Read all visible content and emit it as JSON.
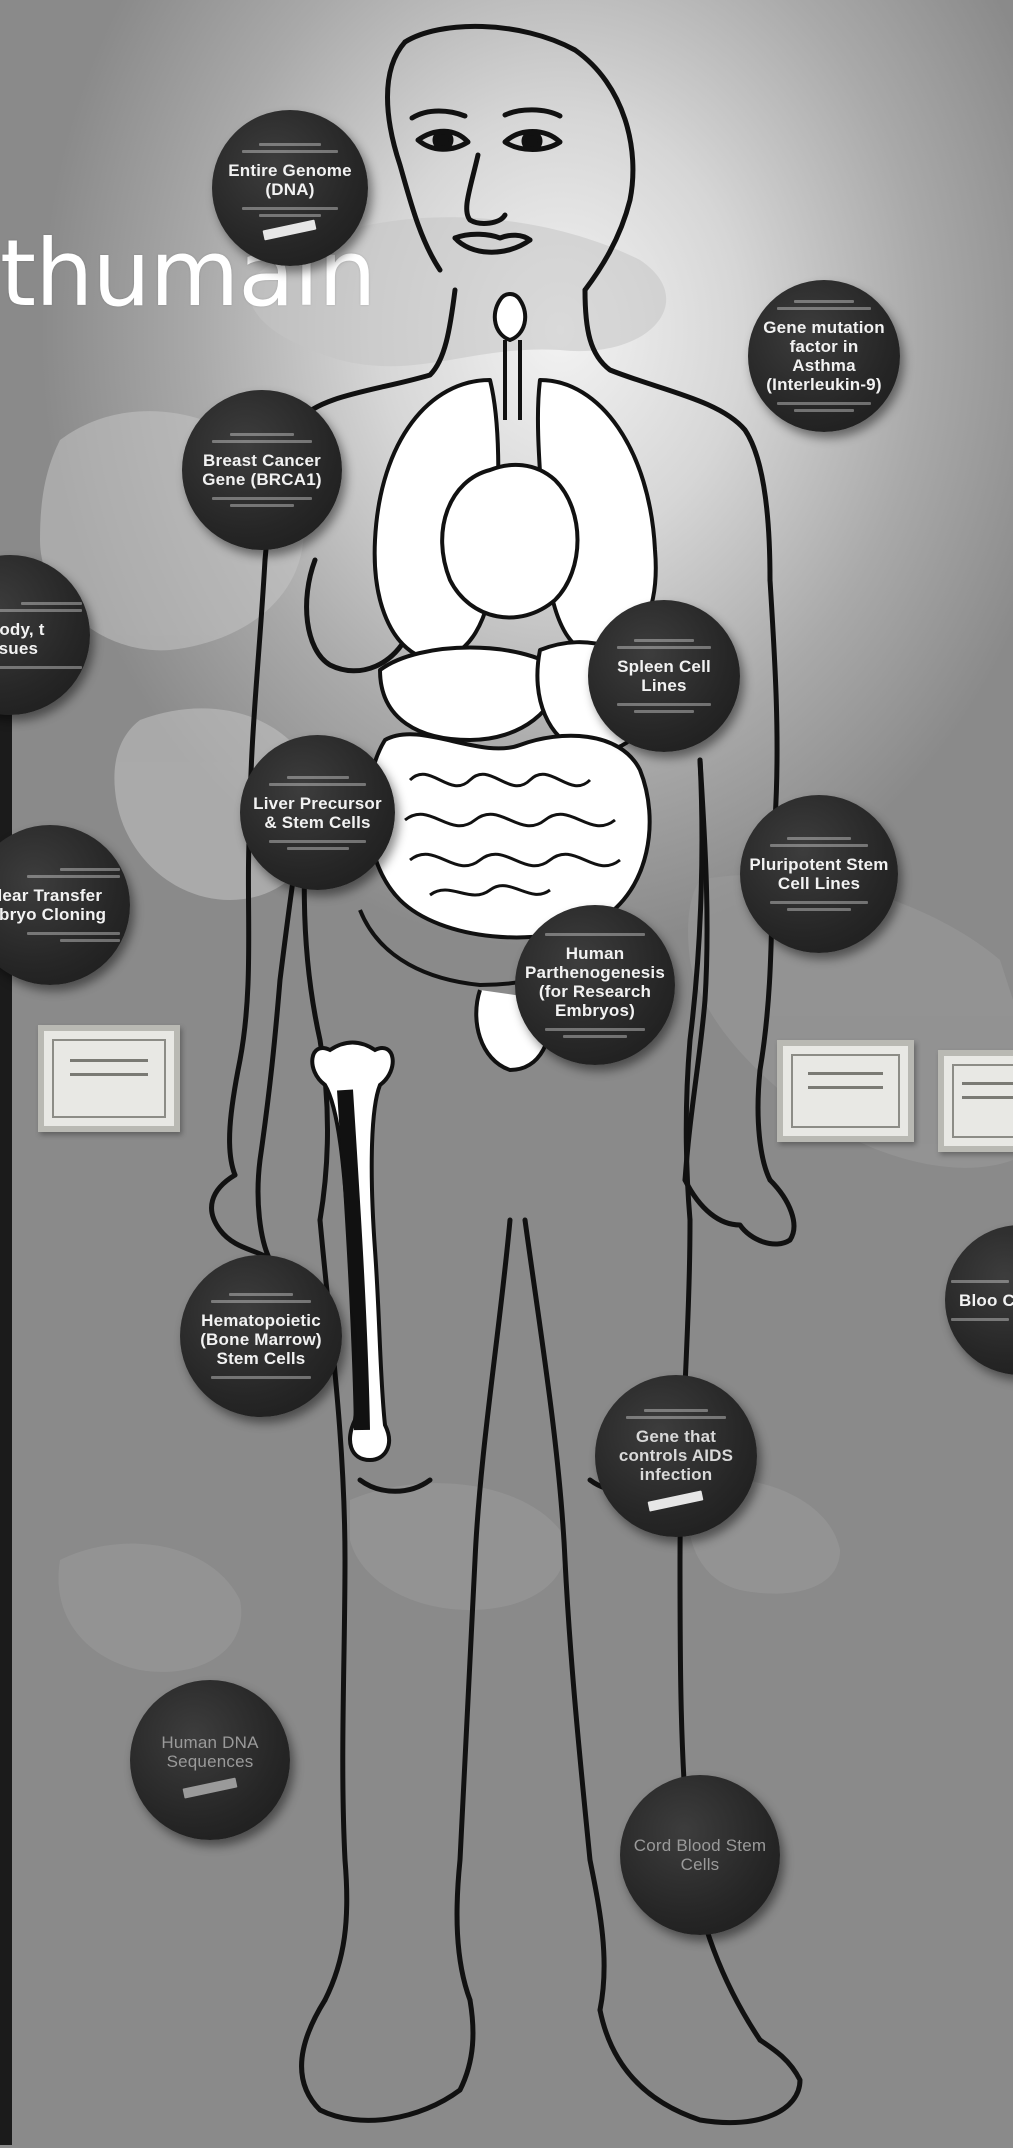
{
  "exhibit": {
    "title_fragment": "thumain",
    "discs": [
      {
        "id": "genome",
        "label": "Entire Genome (DNA)"
      },
      {
        "id": "asthma",
        "label": "Gene mutation factor in Asthma (Interleukin-9)"
      },
      {
        "id": "brca",
        "label": "Breast Cancer Gene (BRCA1)"
      },
      {
        "id": "whole-body",
        "label": "le Body, t Tissues"
      },
      {
        "id": "spleen",
        "label": "Spleen Cell Lines"
      },
      {
        "id": "liver",
        "label": "Liver Precursor & Stem Cells"
      },
      {
        "id": "cloning",
        "label": "clear Transfer mbryo Cloning"
      },
      {
        "id": "pluripotent",
        "label": "Pluripotent Stem Cell Lines"
      },
      {
        "id": "parthenogenesis",
        "label": "Human Parthenogenesis (for Research Embryos)"
      },
      {
        "id": "hematopoietic",
        "label": "Hematopoietic (Bone Marrow) Stem Cells"
      },
      {
        "id": "blood",
        "label": "Bloo Cel"
      },
      {
        "id": "aids",
        "label": "Gene that controls AIDS infection"
      },
      {
        "id": "dna-sequences",
        "label": "Human DNA Sequences"
      },
      {
        "id": "cord-blood",
        "label": "Cord Blood Stem Cells"
      }
    ]
  },
  "colors": {
    "disc": "#262626",
    "outline": "#111111",
    "title": "#ffffff"
  }
}
